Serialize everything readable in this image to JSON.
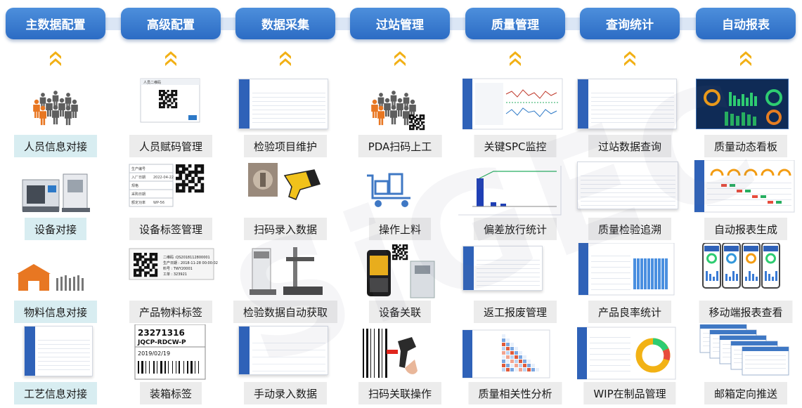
{
  "colors": {
    "header_top": "#4d8fdc",
    "header_bottom": "#2c6cc4",
    "chevron": "#f2b015",
    "label_bg": "#ececec",
    "label_highlight_bg": "#d8edf1",
    "people": "#5e5e5e",
    "people_highlight": "#e87722"
  },
  "columns": [
    {
      "header": "主数据配置",
      "items": [
        {
          "label": "人员信息对接",
          "icon": "people-group-icon",
          "highlight": true
        },
        {
          "label": "设备对接",
          "icon": "cnc-machine-icon",
          "highlight": true
        },
        {
          "label": "物料信息对接",
          "icon": "warehouse-icon",
          "highlight": true
        },
        {
          "label": "工艺信息对接",
          "icon": "process-window-screenshot",
          "highlight": true
        }
      ]
    },
    {
      "header": "高级配置",
      "items": [
        {
          "label": "人员赋码管理",
          "icon": "qr-dialog-screenshot"
        },
        {
          "label": "设备标签管理",
          "icon": "equipment-label-icon"
        },
        {
          "label": "产品物料标签",
          "icon": "product-label-icon"
        },
        {
          "label": "装箱标签",
          "icon": "barcode-label-icon"
        }
      ]
    },
    {
      "header": "数据采集",
      "items": [
        {
          "label": "检验项目维护",
          "icon": "table-screenshot"
        },
        {
          "label": "扫码录入数据",
          "icon": "scanner-icon"
        },
        {
          "label": "检验数据自动获取",
          "icon": "measuring-instrument-icon"
        },
        {
          "label": "手动录入数据",
          "icon": "form-screenshot"
        }
      ]
    },
    {
      "header": "过站管理",
      "items": [
        {
          "label": "PDA扫码上工",
          "icon": "people-qr-icon"
        },
        {
          "label": "操作上料",
          "icon": "cart-icon"
        },
        {
          "label": "设备关联",
          "icon": "pda-icon"
        },
        {
          "label": "扫码关联操作",
          "icon": "barcode-scanner-icon"
        }
      ]
    },
    {
      "header": "质量管理",
      "items": [
        {
          "label": "关键SPC监控",
          "icon": "spc-chart-screenshot"
        },
        {
          "label": "偏差放行统计",
          "icon": "bar-chart-screenshot"
        },
        {
          "label": "返工报废管理",
          "icon": "list-screenshot"
        },
        {
          "label": "质量相关性分析",
          "icon": "heatmap-screenshot"
        }
      ]
    },
    {
      "header": "查询统计",
      "items": [
        {
          "label": "过站数据查询",
          "icon": "query-table-screenshot"
        },
        {
          "label": "质量检验追溯",
          "icon": "trace-table-screenshot"
        },
        {
          "label": "产品良率统计",
          "icon": "yield-chart-screenshot"
        },
        {
          "label": "WIP在制品管理",
          "icon": "donut-chart-screenshot"
        }
      ]
    },
    {
      "header": "自动报表",
      "items": [
        {
          "label": "质量动态看板",
          "icon": "dashboard-screenshot"
        },
        {
          "label": "自动报表生成",
          "icon": "gauge-report-screenshot"
        },
        {
          "label": "移动端报表查看",
          "icon": "mobile-report-icon"
        },
        {
          "label": "邮箱定向推送",
          "icon": "email-report-icon"
        }
      ]
    }
  ],
  "thumb_text": {
    "qr_dialog_title": "人员二维码",
    "equipment_fields": [
      "生产编号",
      "入厂日期",
      "规格",
      "采购日期",
      "额定功率"
    ],
    "equipment_values": [
      "",
      "2022-04-22",
      "",
      "",
      "WP-56"
    ],
    "product_label_lines": [
      "二维码 :QS2018112800001",
      "生产日期 : 2018-11-28 00:00:02",
      "料号 : TWY20001",
      "工单 : 323921"
    ],
    "box_label_number": "23271316",
    "box_label_code": "JQCP-RDCW-P",
    "box_label_date": "2019/02/19"
  }
}
